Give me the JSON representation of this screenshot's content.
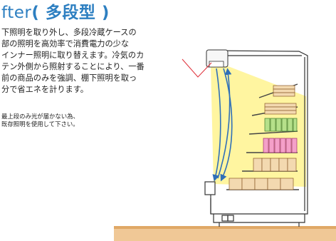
{
  "heading": {
    "prefix": "fter",
    "type": "( 多段型 )"
  },
  "description": [
    "下照明を取り外し、多段冷蔵ケースの",
    "部の照明を高効率で消費電力の少な",
    "インナー照明に取り替えます。冷気のカ",
    "テン外側から照射することにより、一番",
    "前の商品のみを強調、棚下照明を取っ",
    "分で省エネを計ります。"
  ],
  "note": [
    "最上段のみ光が届かない為、",
    "既存照明を使用して下さい。"
  ],
  "colors": {
    "title": "#2d7fc1",
    "light_beam": "#fff5a0",
    "cold_air": "#cfe6f5",
    "arrow": "#2f6fb8",
    "pointer": "#e0303a",
    "floor": "#f0c896"
  }
}
